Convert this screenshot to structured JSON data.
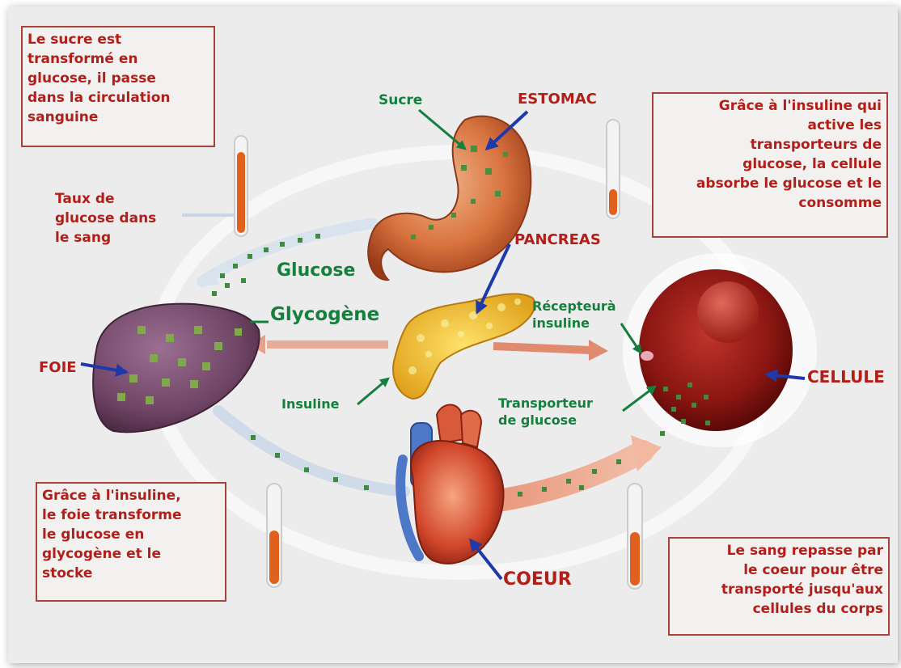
{
  "boxes": {
    "sugar": "Le sucre est\ntransformé en\nglucose, il passe\ndans la circulation\nsanguine",
    "insulin_cell": "Grâce à l'insuline qui\nactive les\ntransporteurs de\nglucose, la cellule\nabsorbe le glucose et le\nconsomme",
    "liver": "Grâce à l'insuline,\nle foie transforme\nle glucose en\nglycogène et le\nstocke",
    "heart": "Le sang repasse par\nle coeur pour être\ntransporté jusqu'aux\ncellules du corps"
  },
  "labels": {
    "taux": "Taux de\nglucose dans\nle sang",
    "sucre": "Sucre",
    "estomac": "ESTOMAC",
    "pancreas": "PANCREAS",
    "glucose": "Glucose",
    "glycogene": "Glycogène",
    "foie": "FOIE",
    "recepteur": "Récepteurà\ninsuline",
    "cellule": "CELLULE",
    "insuline": "Insuline",
    "transporteur": "Transporteur\nde glucose",
    "coeur": "COEUR"
  },
  "colors": {
    "label_red": "#b01f1a",
    "label_green": "#15803d",
    "arrow_blue": "#1f3aa8",
    "box_border": "#a8423b"
  }
}
